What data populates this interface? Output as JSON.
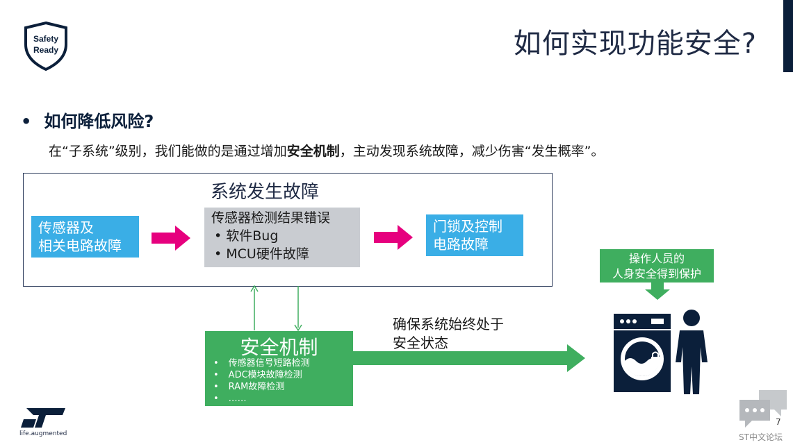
{
  "header": {
    "logo_text_line1": "Safety",
    "logo_text_line2": "Ready",
    "title": "如何实现功能安全?"
  },
  "content": {
    "bullet": "如何降低风险?",
    "subline_pre": "在“子系统”级别，我们能做的是通过增加",
    "subline_bold": "安全机制",
    "subline_post": "，主动发现系统故障，减少伤害“发生概率”。"
  },
  "diagram": {
    "frame_title": "系统发生故障",
    "sensor_box_line1": "传感器及",
    "sensor_box_line2": "相关电路故障",
    "result_box_title": "传感器检测结果错误",
    "result_box_items": [
      "•  软件Bug",
      "•  MCU硬件故障"
    ],
    "door_box_line1": "门锁及控制",
    "door_box_line2": "电路故障",
    "safety_title": "安全机制",
    "safety_items": [
      "传感器信号短路检测",
      "ADC模块故障检测",
      "RAM故障检测",
      "……"
    ],
    "state_line1": "确保系统始终处于",
    "state_line2": "安全状态",
    "protect_line1": "操作人员的",
    "protect_line2": "人身安全得到保护"
  },
  "footer": {
    "brand_tag": "life.augmented",
    "page_number": "7",
    "forum_label": "ST中文论坛"
  },
  "colors": {
    "navy": "#0b1f3a",
    "blue": "#3aaee6",
    "magenta": "#e6007e",
    "green": "#3fae5f",
    "gray": "#c9ccd1"
  }
}
